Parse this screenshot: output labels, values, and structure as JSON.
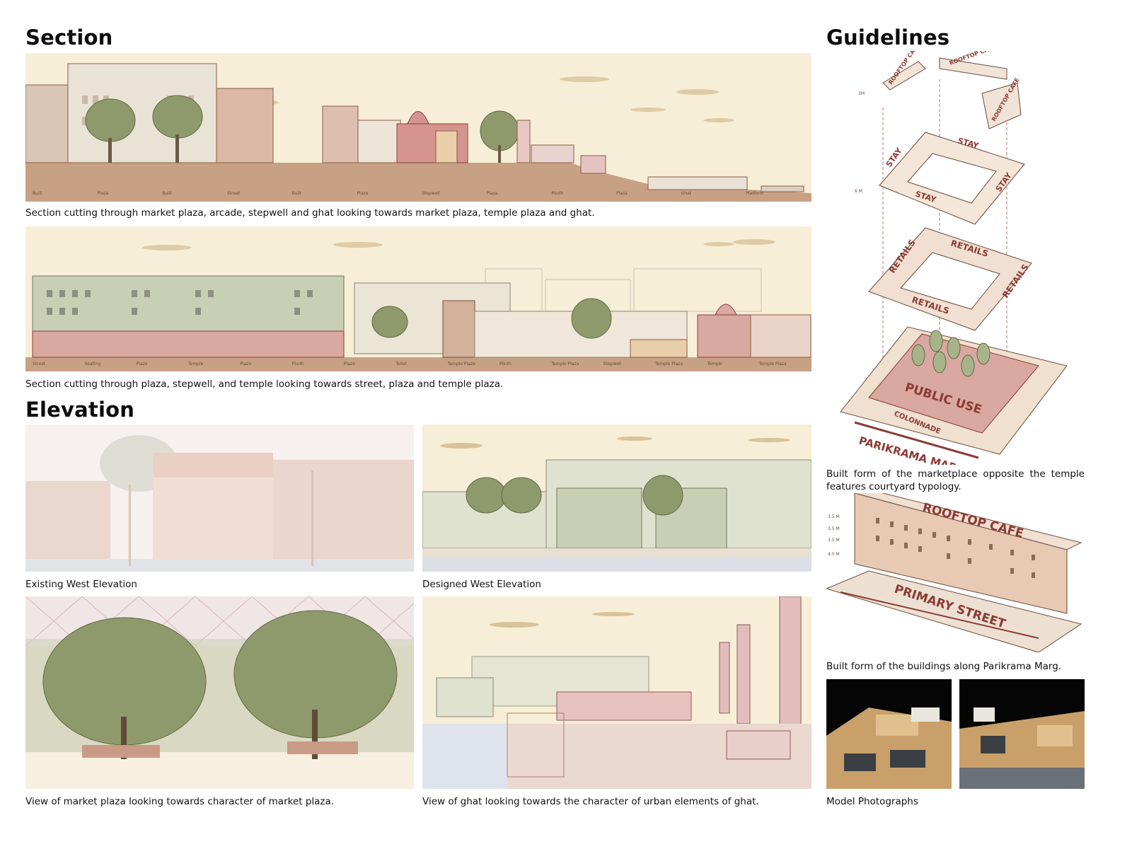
{
  "headings": {
    "section": "Section",
    "elevation": "Elevation",
    "guidelines": "Guidelines"
  },
  "captions": {
    "section1": "Section cutting through market plaza, arcade, stepwell and ghat looking towards market plaza, temple plaza and ghat.",
    "section2": "Section cutting through plaza, stepwell, and temple looking towards street, plaza and temple plaza.",
    "existing_west": "Existing West Elevation",
    "designed_west": "Designed West Elevation",
    "market_view": "View of market plaza looking towards character of market plaza.",
    "ghat_view": "View of ghat looking towards the character of urban elements of ghat.",
    "guideline1": "Built form of the marketplace opposite the temple features courtyard typology.",
    "guideline2": "Built form of the buildings along Parikrama Marg.",
    "models": "Model Photographs"
  },
  "section1_labels": [
    "Built",
    "Plaza",
    "Built",
    "Street",
    "Built",
    "Plaza",
    "Stepwell",
    "Plaza",
    "Plinth",
    "Plaza",
    "Ghat",
    "Platform"
  ],
  "section2_labels": [
    "Street",
    "Seating",
    "Plaza",
    "Temple",
    "Plaza",
    "Plinth",
    "Plaza",
    "Toilet",
    "Temple Plaza",
    "Plinth",
    "Temple Plaza",
    "Stepwell",
    "Temple Plaza",
    "Temple",
    "Temple Plaza"
  ],
  "diagram_labels": {
    "rooftop_cafe": "ROOFTOP CAFE",
    "stay": "STAY",
    "retails": "RETAILS",
    "public_use": "PUBLIC USE",
    "colonnade": "COLONNADE",
    "parikrama_marg": "PARIKRAMA MARG",
    "primary_street": "PRIMARY STREET",
    "dim_3m": "3M",
    "dim_6m": "6 M",
    "dim_35m": "3.5 M",
    "dim_45m": "4.5 M"
  },
  "colors": {
    "sky": "#f7eed7",
    "ground": "#c8a184",
    "green_building": "#c9cfb4",
    "pink": "#d9a8a0",
    "accent": "#8b3a35",
    "tree": "#8f9a6c"
  }
}
